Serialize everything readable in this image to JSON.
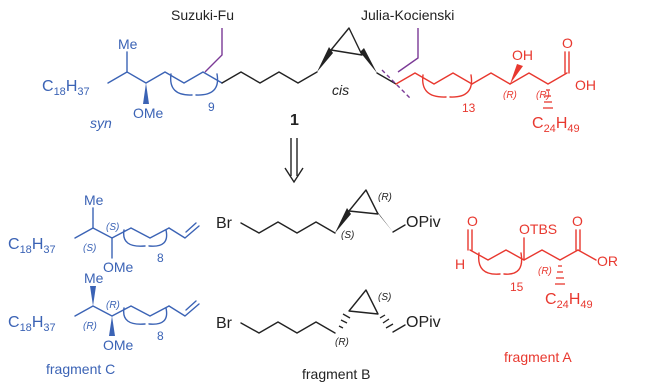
{
  "colors": {
    "blue": "#3b63b5",
    "red": "#e8382f",
    "black": "#222222",
    "purple": "#7b3a96"
  },
  "top": {
    "label_suzuki": "Suzuki-Fu",
    "label_julia": "Julia-Kocienski",
    "me": "Me",
    "c18h37": "C18H37",
    "ome": "OMe",
    "syn": "syn",
    "n9": "9",
    "compound_number": "1",
    "cis": "cis",
    "n13": "13",
    "oh_alcohol": "OH",
    "r1": "(R)",
    "r2": "(R)",
    "o_carbonyl": "O",
    "oh_acid": "OH",
    "c24h49": "C24H49"
  },
  "frag_c1": {
    "me": "Me",
    "c18h37": "C18H37",
    "s1": "(S)",
    "s2": "(S)",
    "n8": "8",
    "ome": "OMe"
  },
  "frag_c2": {
    "me": "Me",
    "c18h37": "C18H37",
    "r1": "(R)",
    "r2": "(R)",
    "n8": "8",
    "ome": "OMe"
  },
  "fragment_c_label": "fragment C",
  "frag_b1": {
    "br": "Br",
    "s": "(S)",
    "r": "(R)",
    "opiv": "OPiv"
  },
  "frag_b2": {
    "br": "Br",
    "r": "(R)",
    "s": "(S)",
    "opiv": "OPiv"
  },
  "fragment_b_label": "fragment B",
  "frag_a": {
    "o_ald": "O",
    "h": "H",
    "otbs": "OTBS",
    "o_ester": "O",
    "or": "OR",
    "n15": "15",
    "r": "(R)",
    "c24h49": "C24H49"
  },
  "fragment_a_label": "fragment A"
}
